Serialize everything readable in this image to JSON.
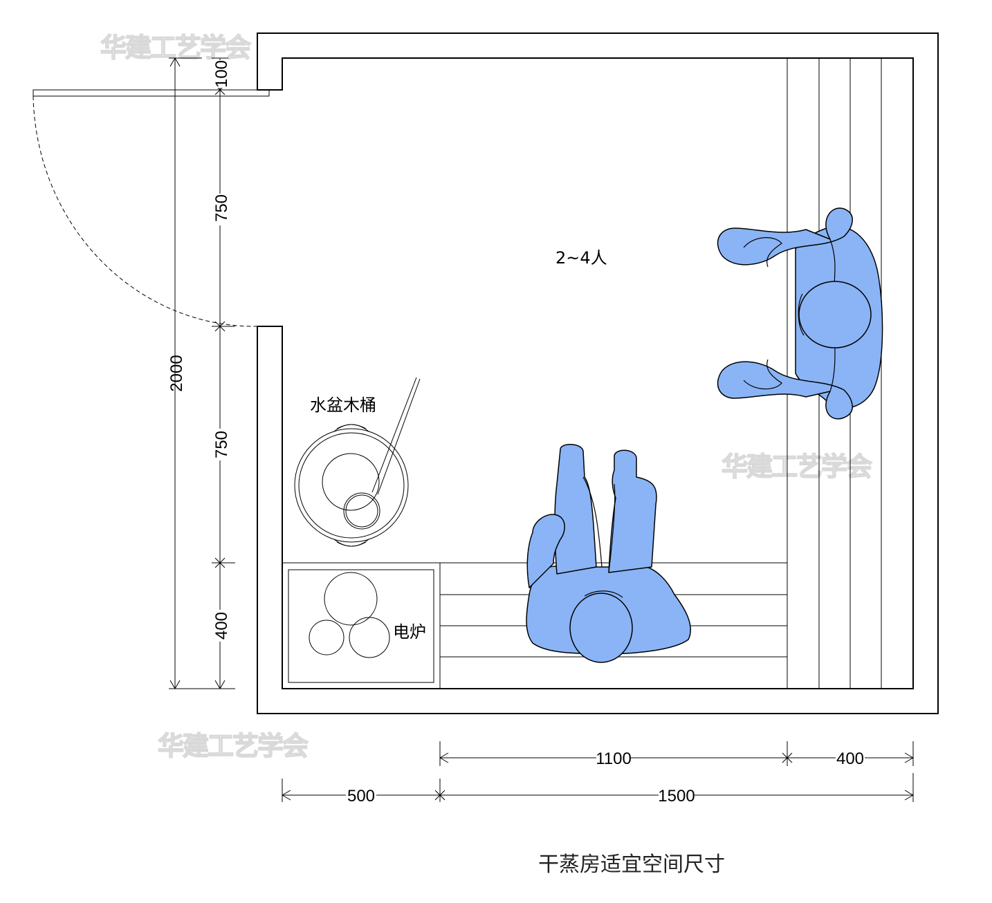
{
  "diagram": {
    "caption": "干蒸房适宜空间尺寸",
    "capacity_label": "2~4人",
    "bucket_label": "水盆木桶",
    "stove_label": "电炉",
    "watermark": "华建工艺学会"
  },
  "dimensions": {
    "vertical_total": "2000",
    "vertical_segments": [
      "100",
      "750",
      "750",
      "400"
    ],
    "horizontal_top": [
      "1100",
      "400"
    ],
    "horizontal_bottom": [
      "500",
      "1500"
    ]
  },
  "colors": {
    "person_fill": "#8ab4f5",
    "line": "#000000"
  }
}
